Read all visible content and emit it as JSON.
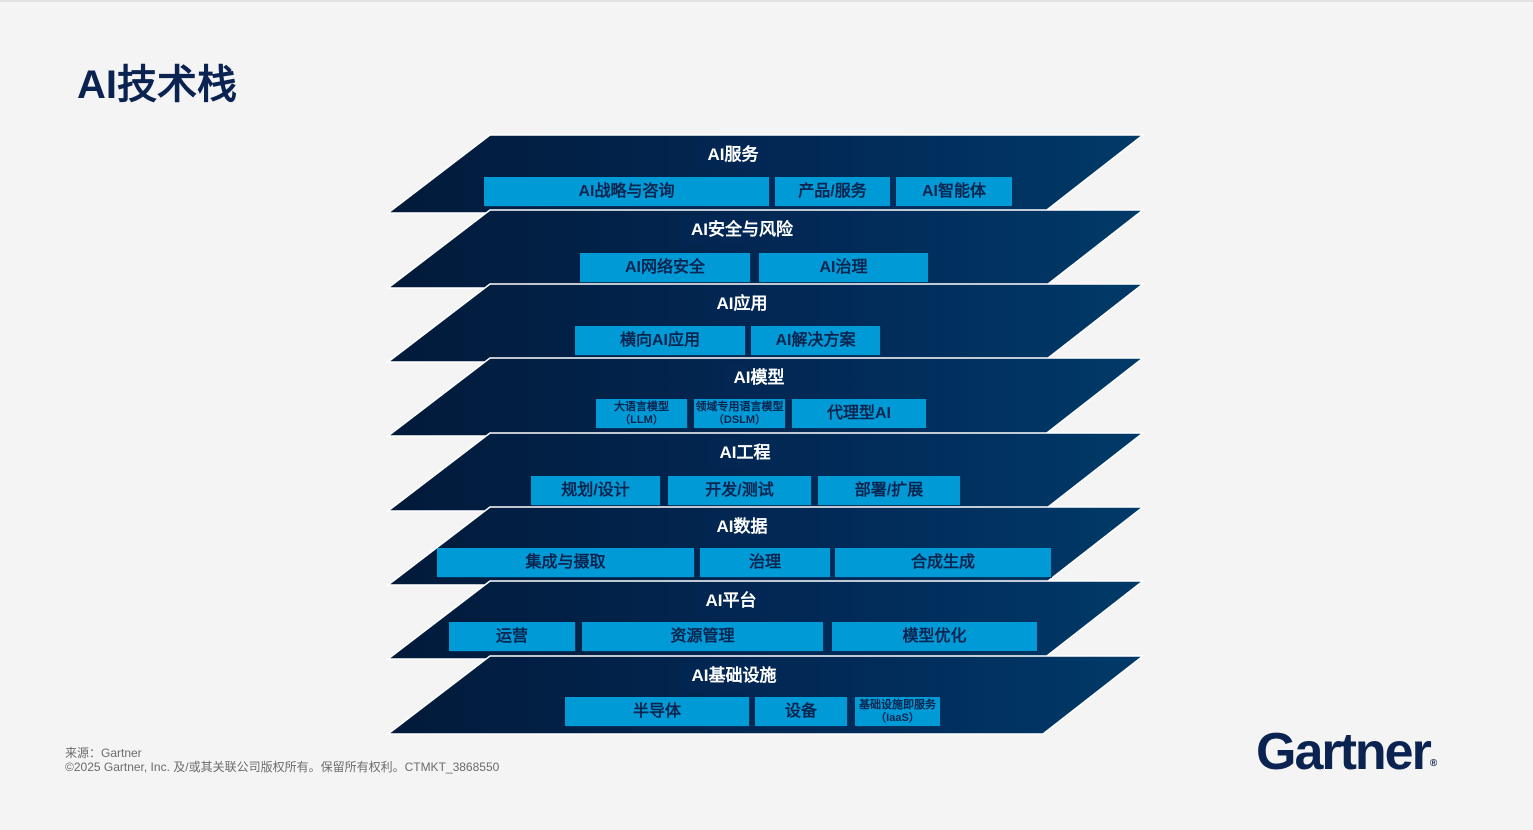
{
  "slide_title": "AI技术栈",
  "colors": {
    "layer_dark": "#021a3a",
    "layer_light": "#003a68",
    "box": "#009bd6",
    "title_text": "#0b2350"
  },
  "layers": [
    {
      "title": "AI服务",
      "items": [
        "AI战略与咨询",
        "产品/服务",
        "AI智能体"
      ]
    },
    {
      "title": "AI安全与风险",
      "items": [
        "AI网络安全",
        "AI治理"
      ]
    },
    {
      "title": "AI应用",
      "items": [
        "横向AI应用",
        "AI解决方案"
      ]
    },
    {
      "title": "AI模型",
      "items": [
        "大语言模型（LLM）",
        "领域专用语言模型（DSLM）",
        "代理型AI"
      ]
    },
    {
      "title": "AI工程",
      "items": [
        "规划/设计",
        "开发/测试",
        "部署/扩展"
      ]
    },
    {
      "title": "AI数据",
      "items": [
        "集成与摄取",
        "治理",
        "合成生成"
      ]
    },
    {
      "title": "AI平台",
      "items": [
        "运营",
        "资源管理",
        "模型优化"
      ]
    },
    {
      "title": "AI基础设施",
      "items": [
        "半导体",
        "设备",
        "基础设施即服务（IaaS）"
      ]
    }
  ],
  "footer": {
    "source": "来源：Gartner",
    "copyright": "©2025 Gartner, Inc. 及/或其关联公司版权所有。保留所有权利。CTMKT_3868550"
  },
  "logo": {
    "text": "Gartner",
    "mark": "®"
  }
}
